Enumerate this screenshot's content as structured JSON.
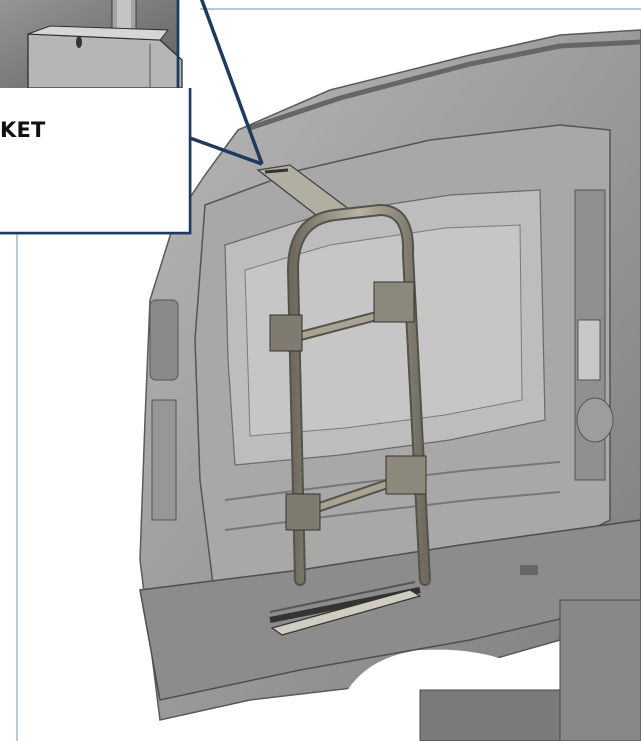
{
  "callout": {
    "label": "KET"
  },
  "colors": {
    "frame_line": "#b7c9da",
    "callout_border": "#1f3a5c",
    "van_body": "#9a9a9a",
    "van_dark": "#6c6c6c",
    "tube": "#8a8577"
  },
  "icons": [
    "inset-bracket-detail",
    "van-rear-body",
    "ladder-frame"
  ]
}
